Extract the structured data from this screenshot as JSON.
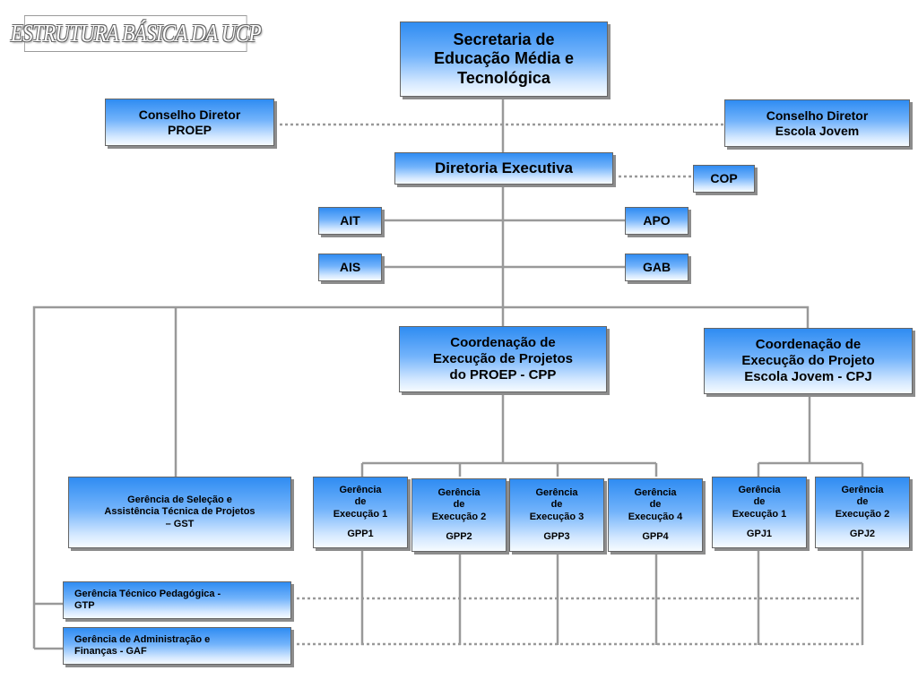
{
  "banner": {
    "title": "ESTRUTURA BÁSICA DA UCP"
  },
  "nodes": {
    "secretaria": {
      "lines": [
        "Secretaria de",
        "Educação Média e",
        "Tecnológica"
      ]
    },
    "conselho_proep": {
      "lines": [
        "Conselho Diretor",
        "PROEP"
      ]
    },
    "conselho_escola": {
      "lines": [
        "Conselho Diretor",
        "Escola Jovem"
      ]
    },
    "diretoria": {
      "lines": [
        "Diretoria Executiva"
      ]
    },
    "cop": {
      "lines": [
        "COP"
      ]
    },
    "ait": {
      "lines": [
        "AIT"
      ]
    },
    "apo": {
      "lines": [
        "APO"
      ]
    },
    "ais": {
      "lines": [
        "AIS"
      ]
    },
    "gab": {
      "lines": [
        "GAB"
      ]
    },
    "cpp": {
      "lines": [
        "Coordenação de",
        "Execução de Projetos",
        "do PROEP - CPP"
      ]
    },
    "cpj": {
      "lines": [
        "Coordenação de",
        "Execução do Projeto",
        "Escola Jovem - CPJ"
      ]
    },
    "gst": {
      "lines": [
        "Gerência de Seleção e",
        "Assistência Técnica de Projetos",
        "– GST"
      ]
    },
    "gtp": {
      "lines": [
        "Gerência Técnico Pedagógica -",
        "GTP"
      ]
    },
    "gaf": {
      "lines": [
        "Gerência de Administração e",
        "Finanças - GAF"
      ]
    },
    "gpp1": {
      "lines": [
        "Gerência",
        "de",
        "Execução 1"
      ],
      "code": "GPP1"
    },
    "gpp2": {
      "lines": [
        "Gerência",
        "de",
        "Execução 2"
      ],
      "code": "GPP2"
    },
    "gpp3": {
      "lines": [
        "Gerência",
        "de",
        "Execução 3"
      ],
      "code": "GPP3"
    },
    "gpp4": {
      "lines": [
        "Gerência",
        "de",
        "Execução 4"
      ],
      "code": "GPP4"
    },
    "gpj1": {
      "lines": [
        "Gerência",
        "de",
        "Execução 1"
      ],
      "code": "GPJ1"
    },
    "gpj2": {
      "lines": [
        "Gerência",
        "de",
        "Execução 2"
      ],
      "code": "GPJ2"
    }
  },
  "colors": {
    "line": "#999999",
    "box_top": "#2f8cf2",
    "box_bottom": "#f6fbff"
  }
}
